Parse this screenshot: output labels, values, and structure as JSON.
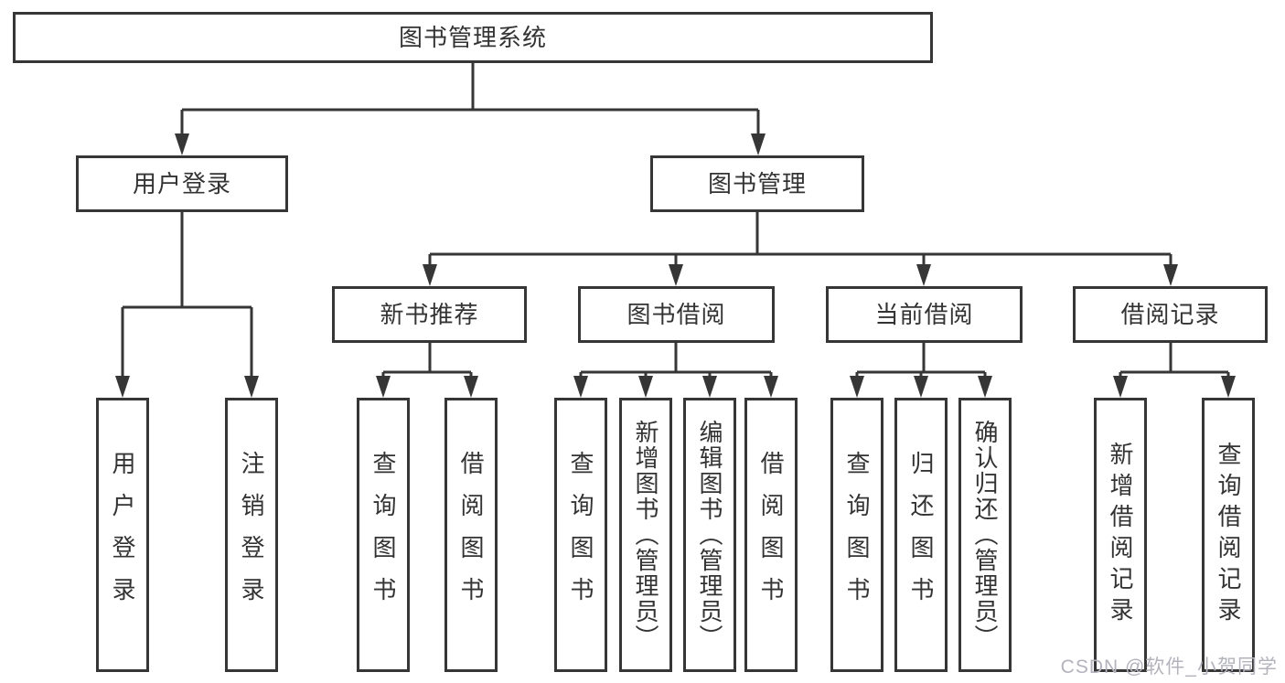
{
  "tree": {
    "root": {
      "label": "图书管理系统",
      "children": [
        {
          "label": "用户登录",
          "children": [
            {
              "label": "用户登录"
            },
            {
              "label": "注销登录"
            }
          ]
        },
        {
          "label": "图书管理",
          "children": [
            {
              "label": "新书推荐",
              "children": [
                {
                  "label": "查询图书"
                },
                {
                  "label": "借阅图书"
                }
              ]
            },
            {
              "label": "图书借阅",
              "children": [
                {
                  "label": "查询图书"
                },
                {
                  "label": "新增图书（管理员）"
                },
                {
                  "label": "编辑图书（管理员）"
                },
                {
                  "label": "借阅图书"
                }
              ]
            },
            {
              "label": "当前借阅",
              "children": [
                {
                  "label": "查询图书"
                },
                {
                  "label": "归还图书"
                },
                {
                  "label": "确认归还（管理员）"
                }
              ]
            },
            {
              "label": "借阅记录",
              "children": [
                {
                  "label": "新增借阅记录"
                },
                {
                  "label": "查询借阅记录"
                }
              ]
            }
          ]
        }
      ]
    }
  },
  "watermark": {
    "text": "CSDN @软件_小贺同学"
  },
  "colors": {
    "line": "#363636",
    "border": "#363636",
    "text": "#333333",
    "watermark": "#b3b3bd",
    "background": "#ffffff"
  }
}
